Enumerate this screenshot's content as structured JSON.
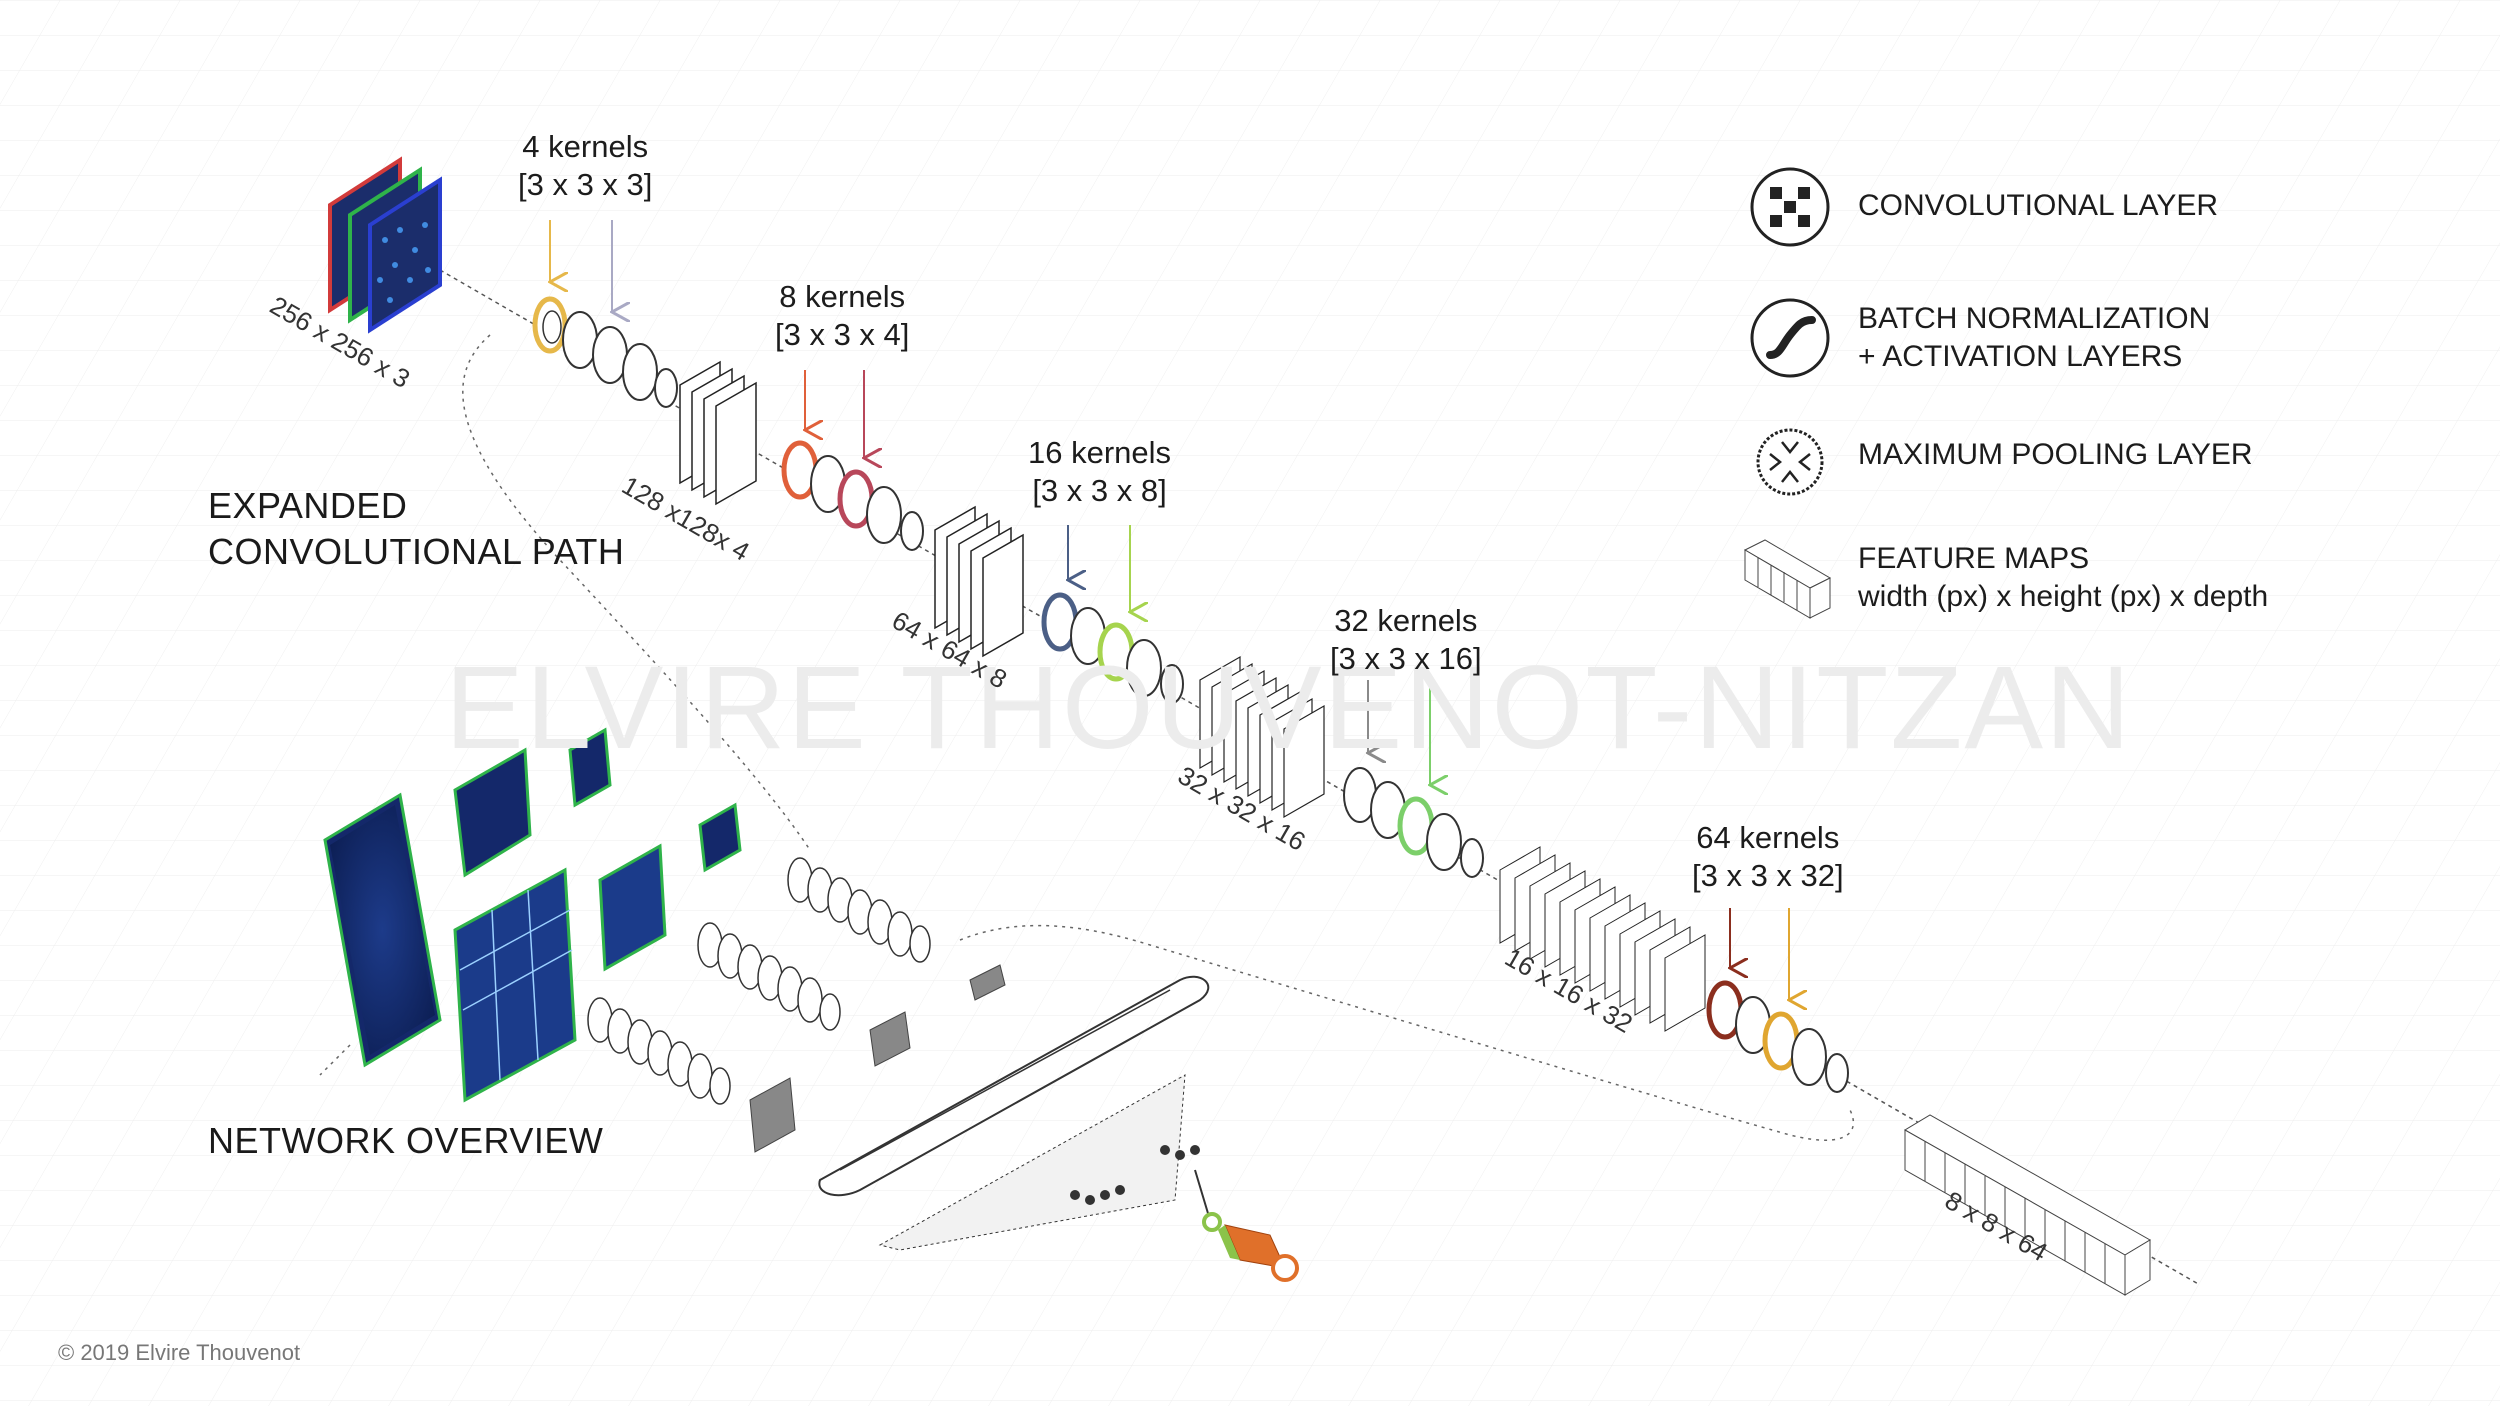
{
  "watermark": "ELVIRE THOUVENOT-NITZAN",
  "copyright": "© 2019 Elvire Thouvenot",
  "sections": {
    "expanded_line1": "EXPANDED",
    "expanded_line2": "CONVOLUTIONAL PATH",
    "overview": "NETWORK OVERVIEW"
  },
  "input_label": "256 x 256 x 3",
  "kernel_groups": [
    {
      "count": "4 kernels",
      "size": "[3 x 3 x 3]"
    },
    {
      "count": "8 kernels",
      "size": "[3 x 3 x 4]"
    },
    {
      "count": "16 kernels",
      "size": "[3 x 3 x 8]"
    },
    {
      "count": "32 kernels",
      "size": "[3 x 3 x 16]"
    },
    {
      "count": "64 kernels",
      "size": "[3 x 3 x 32]"
    }
  ],
  "feature_map_labels": [
    "128 x128x 4",
    "64 x 64 x 8",
    "32 x 32 x 16",
    "16 x 16 x 32",
    "8 x 8 x 64"
  ],
  "legend": {
    "conv": "CONVOLUTIONAL LAYER",
    "bn_line1": "BATCH NORMALIZATION",
    "bn_line2": "+ ACTIVATION LAYERS",
    "pool": "MAXIMUM POOLING LAYER",
    "fm_line1": "FEATURE MAPS",
    "fm_line2": "width (px) x height (px) x depth"
  },
  "colors": {
    "kernel_arrows": [
      "#e6b84a",
      "#a9a9c4",
      "#e0603a",
      "#b8475a",
      "#4b5f86",
      "#a6d44e",
      "#8a8a8a",
      "#7ccf6a",
      "#8b2e1e",
      "#e0a630"
    ],
    "input_channels": [
      "#d23b3b",
      "#2fb34a",
      "#2a3fd0"
    ]
  }
}
